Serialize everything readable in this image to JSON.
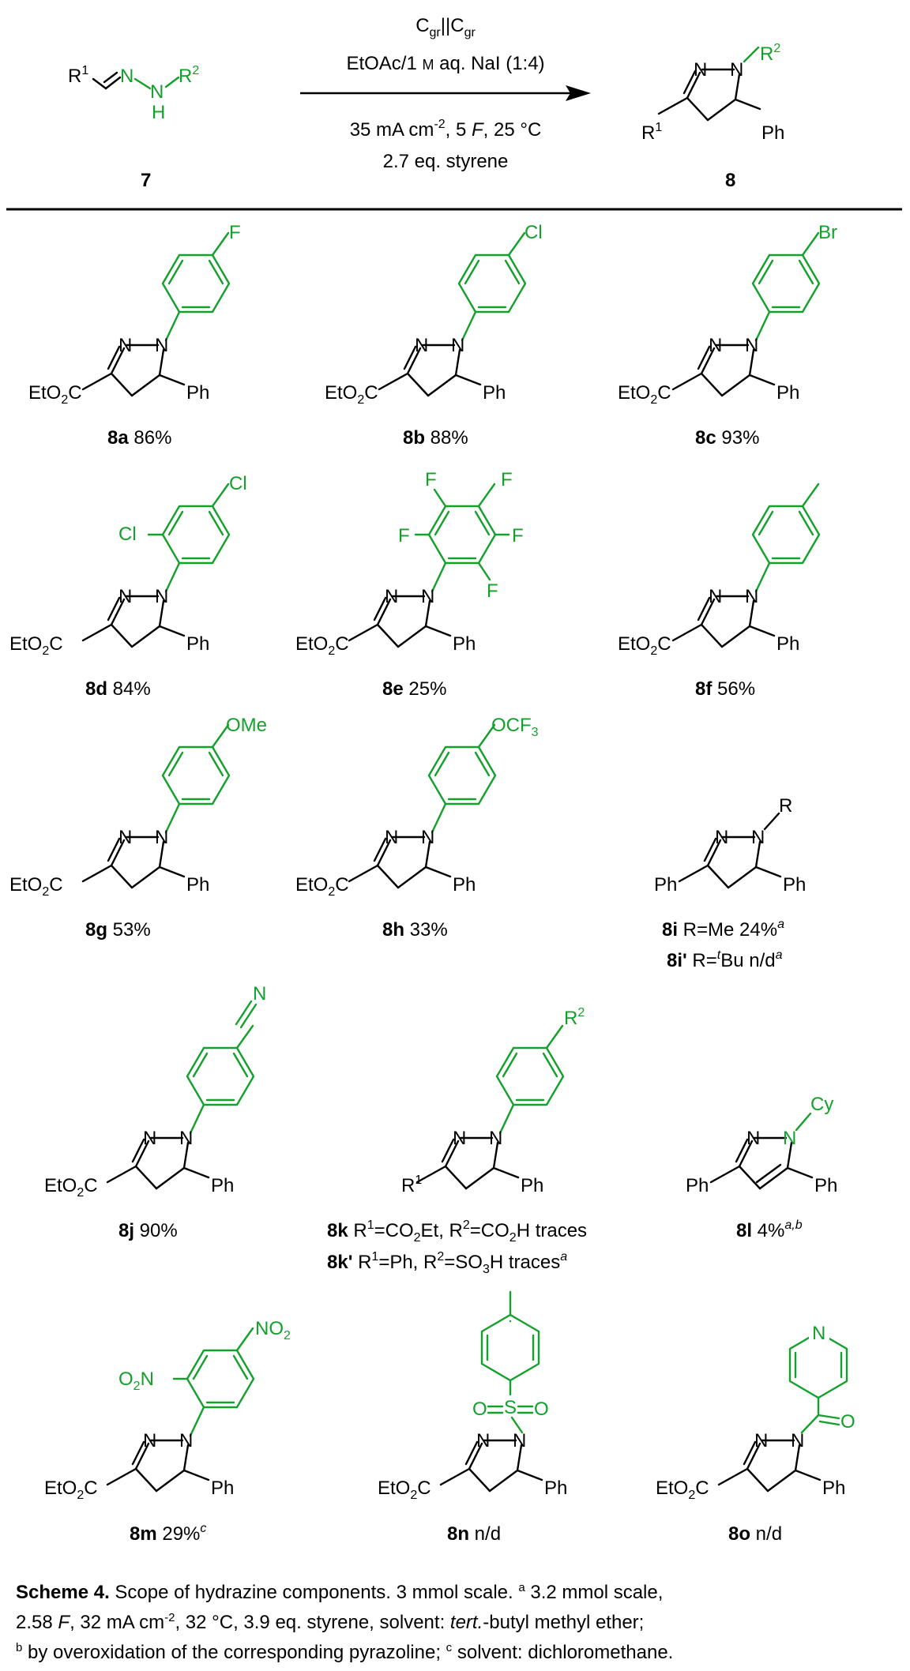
{
  "reaction": {
    "reagents": [
      "C",
      "gr",
      "||C",
      "gr"
    ],
    "solvent_pre": "EtOAc/1 ",
    "solvent_M": "M",
    "solvent_post": " aq. NaI (1:4)",
    "conditions_a": "35 mA cm",
    "conditions_exp": "-2",
    "conditions_b": ", 5 ",
    "conditions_F": "F",
    "conditions_c": ", 25 °C",
    "conditions_line2": "2.7 eq. styrene",
    "start_label": "7",
    "product_label": "8"
  },
  "common": {
    "ester": "EtO",
    "ester_sub": "2",
    "ester_c": "C",
    "ph": "Ph",
    "n": "N",
    "h": "H",
    "r1": "R",
    "r1_sup": "1",
    "r2": "R",
    "r2_sup": "2",
    "r": "R",
    "cy": "Cy"
  },
  "substituents": {
    "f": "F",
    "cl": "Cl",
    "br": "Br",
    "ome": "OMe",
    "ocf3": "OCF",
    "ocf3_sub": "3",
    "no2": "NO",
    "no2_sub": "2",
    "o2n": "O",
    "o2n_sub": "2",
    "o2n_n": "N",
    "so": "S",
    "o": "O"
  },
  "compounds": [
    {
      "id": "8a",
      "yield": " 86%"
    },
    {
      "id": "8b",
      "yield": " 88%"
    },
    {
      "id": "8c",
      "yield": " 93%"
    },
    {
      "id": "8d",
      "yield": " 84%"
    },
    {
      "id": "8e",
      "yield": " 25%"
    },
    {
      "id": "8f",
      "yield": " 56%"
    },
    {
      "id": "8g",
      "yield": " 53%"
    },
    {
      "id": "8h",
      "yield": " 33%"
    },
    {
      "id": "8i",
      "yield": " R=Me 24%",
      "note": "a"
    },
    {
      "id": "8i'",
      "yield_a": " R=",
      "yield_t": "t",
      "yield_b": "Bu n/d",
      "note": "a"
    },
    {
      "id": "8j",
      "yield": " 90%"
    },
    {
      "id": "8k",
      "text_a": "  R",
      "text_1": "1",
      "text_b": "=CO",
      "text_2": "2",
      "text_c": "Et, R",
      "text_3": "2",
      "text_d": "=CO",
      "text_4": "2",
      "text_e": "H traces"
    },
    {
      "id": "8k'",
      "text_a": " R",
      "text_1": "1",
      "text_b": "=Ph, R",
      "text_2": "2",
      "text_c": "=SO",
      "text_3": "3",
      "text_d": "H traces",
      "note": "a"
    },
    {
      "id": "8l",
      "yield": " 4%",
      "note": "a,b"
    },
    {
      "id": "8m",
      "yield": " 29%",
      "note": "c"
    },
    {
      "id": "8n",
      "yield": " n/d"
    },
    {
      "id": "8o",
      "yield": " n/d"
    }
  ],
  "caption": {
    "title": "Scheme 4.",
    "line1": " Scope of hydrazine components. 3 mmol scale. ",
    "note_a": "a",
    "line1b": " 3.2 mmol scale,",
    "line2a": "2.58 ",
    "line2F": "F",
    "line2b": ", 32 mA cm",
    "line2exp": "-2",
    "line2c": ", 32 °C, 3.9 eq. styrene, solvent: ",
    "line2it": "tert.",
    "line2d": "-butyl methyl ether;",
    "note_b": "b",
    "line3a": " by overoxidation of the corresponding pyrazoline; ",
    "note_c": "c",
    "line3b": " solvent: dichloromethane."
  },
  "colors": {
    "accent_green": "#12a12a",
    "bond_black": "#000000"
  }
}
